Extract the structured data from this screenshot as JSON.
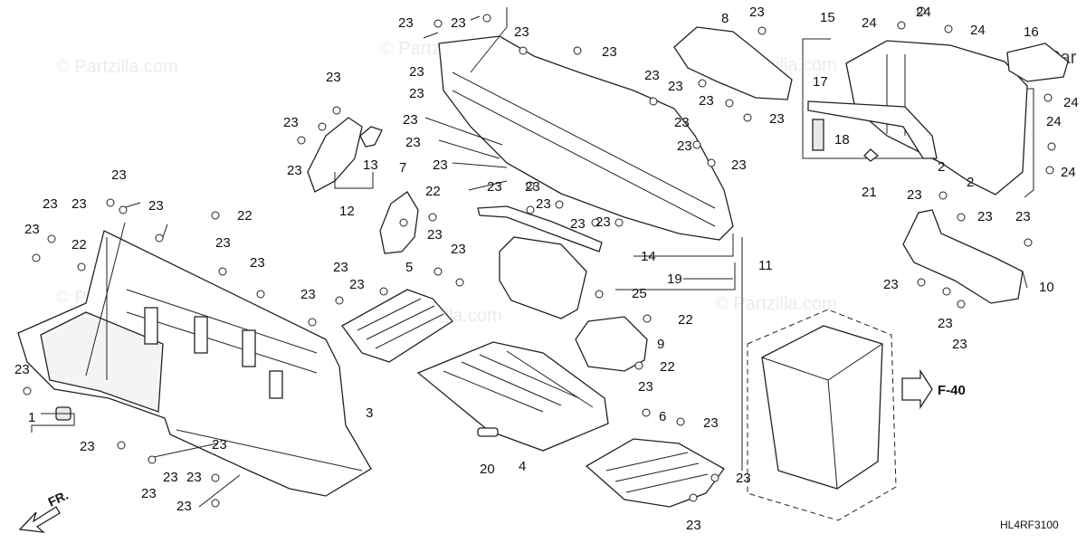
{
  "diagram": {
    "code": "HL4RF3100",
    "direction_label": "FR.",
    "reference_label": "F-40",
    "watermarks": [
      "© Partzilla.com",
      "© Partzilla.com",
      "© Partzilla.com",
      "© Partzilla.com",
      "© Partzilla.com",
      "© Partzilla.com",
      "© Par"
    ],
    "callouts": [
      {
        "id": "c01",
        "label": "23"
      },
      {
        "id": "c02",
        "label": "23"
      },
      {
        "id": "c03",
        "label": "23"
      },
      {
        "id": "c04",
        "label": "23"
      },
      {
        "id": "c05",
        "label": "23"
      },
      {
        "id": "c06",
        "label": "23"
      },
      {
        "id": "c07",
        "label": "23"
      },
      {
        "id": "c08",
        "label": "23"
      },
      {
        "id": "c09",
        "label": "23"
      },
      {
        "id": "c10",
        "label": "23"
      },
      {
        "id": "c11",
        "label": "23"
      },
      {
        "id": "c12",
        "label": "23"
      },
      {
        "id": "c13",
        "label": "23"
      },
      {
        "id": "c14",
        "label": "23"
      },
      {
        "id": "c15",
        "label": "23"
      },
      {
        "id": "c16",
        "label": "23"
      },
      {
        "id": "c17",
        "label": "23"
      },
      {
        "id": "c18",
        "label": "23"
      },
      {
        "id": "c19",
        "label": "23"
      },
      {
        "id": "c20",
        "label": "23"
      },
      {
        "id": "c21",
        "label": "23"
      },
      {
        "id": "c22",
        "label": "23"
      },
      {
        "id": "c23",
        "label": "23"
      },
      {
        "id": "c24",
        "label": "23"
      },
      {
        "id": "c25",
        "label": "23"
      },
      {
        "id": "c26",
        "label": "23"
      },
      {
        "id": "c27",
        "label": "23"
      },
      {
        "id": "c28",
        "label": "23"
      },
      {
        "id": "c29",
        "label": "23"
      },
      {
        "id": "c30",
        "label": "23"
      },
      {
        "id": "c31",
        "label": "23"
      },
      {
        "id": "c32",
        "label": "23"
      },
      {
        "id": "c33",
        "label": "23"
      },
      {
        "id": "c34",
        "label": "23"
      },
      {
        "id": "c35",
        "label": "23"
      },
      {
        "id": "c36",
        "label": "23"
      },
      {
        "id": "c37",
        "label": "23"
      },
      {
        "id": "c38",
        "label": "23"
      },
      {
        "id": "c39",
        "label": "23"
      },
      {
        "id": "c40",
        "label": "23"
      },
      {
        "id": "c41",
        "label": "23"
      },
      {
        "id": "c42",
        "label": "23"
      },
      {
        "id": "c43",
        "label": "23"
      },
      {
        "id": "c44",
        "label": "23"
      },
      {
        "id": "c45",
        "label": "23"
      },
      {
        "id": "c46",
        "label": "23"
      },
      {
        "id": "c47",
        "label": "23"
      },
      {
        "id": "c48",
        "label": "23"
      },
      {
        "id": "c49",
        "label": "23"
      },
      {
        "id": "c50",
        "label": "23"
      },
      {
        "id": "c51",
        "label": "23"
      },
      {
        "id": "c52",
        "label": "23"
      },
      {
        "id": "c53",
        "label": "23"
      },
      {
        "id": "c54",
        "label": "23"
      },
      {
        "id": "c55",
        "label": "22"
      },
      {
        "id": "c56",
        "label": "22"
      },
      {
        "id": "c57",
        "label": "22"
      },
      {
        "id": "c58",
        "label": "22"
      },
      {
        "id": "c59",
        "label": "22"
      },
      {
        "id": "c60",
        "label": "24"
      },
      {
        "id": "c61",
        "label": "24"
      },
      {
        "id": "c62",
        "label": "24"
      },
      {
        "id": "c63",
        "label": "24"
      },
      {
        "id": "c64",
        "label": "24"
      },
      {
        "id": "c65",
        "label": "24"
      },
      {
        "id": "c66",
        "label": "1"
      },
      {
        "id": "c67",
        "label": "2"
      },
      {
        "id": "c68",
        "label": "2"
      },
      {
        "id": "c69",
        "label": "3"
      },
      {
        "id": "c70",
        "label": "4"
      },
      {
        "id": "c71",
        "label": "5"
      },
      {
        "id": "c72",
        "label": "6"
      },
      {
        "id": "c73",
        "label": "7"
      },
      {
        "id": "c74",
        "label": "8"
      },
      {
        "id": "c75",
        "label": "9"
      },
      {
        "id": "c76",
        "label": "10"
      },
      {
        "id": "c77",
        "label": "11"
      },
      {
        "id": "c78",
        "label": "12"
      },
      {
        "id": "c79",
        "label": "13"
      },
      {
        "id": "c80",
        "label": "14"
      },
      {
        "id": "c81",
        "label": "15"
      },
      {
        "id": "c82",
        "label": "16"
      },
      {
        "id": "c83",
        "label": "17"
      },
      {
        "id": "c84",
        "label": "18"
      },
      {
        "id": "c85",
        "label": "19"
      },
      {
        "id": "c86",
        "label": "20"
      },
      {
        "id": "c87",
        "label": "21"
      },
      {
        "id": "c88",
        "label": "25"
      }
    ]
  }
}
